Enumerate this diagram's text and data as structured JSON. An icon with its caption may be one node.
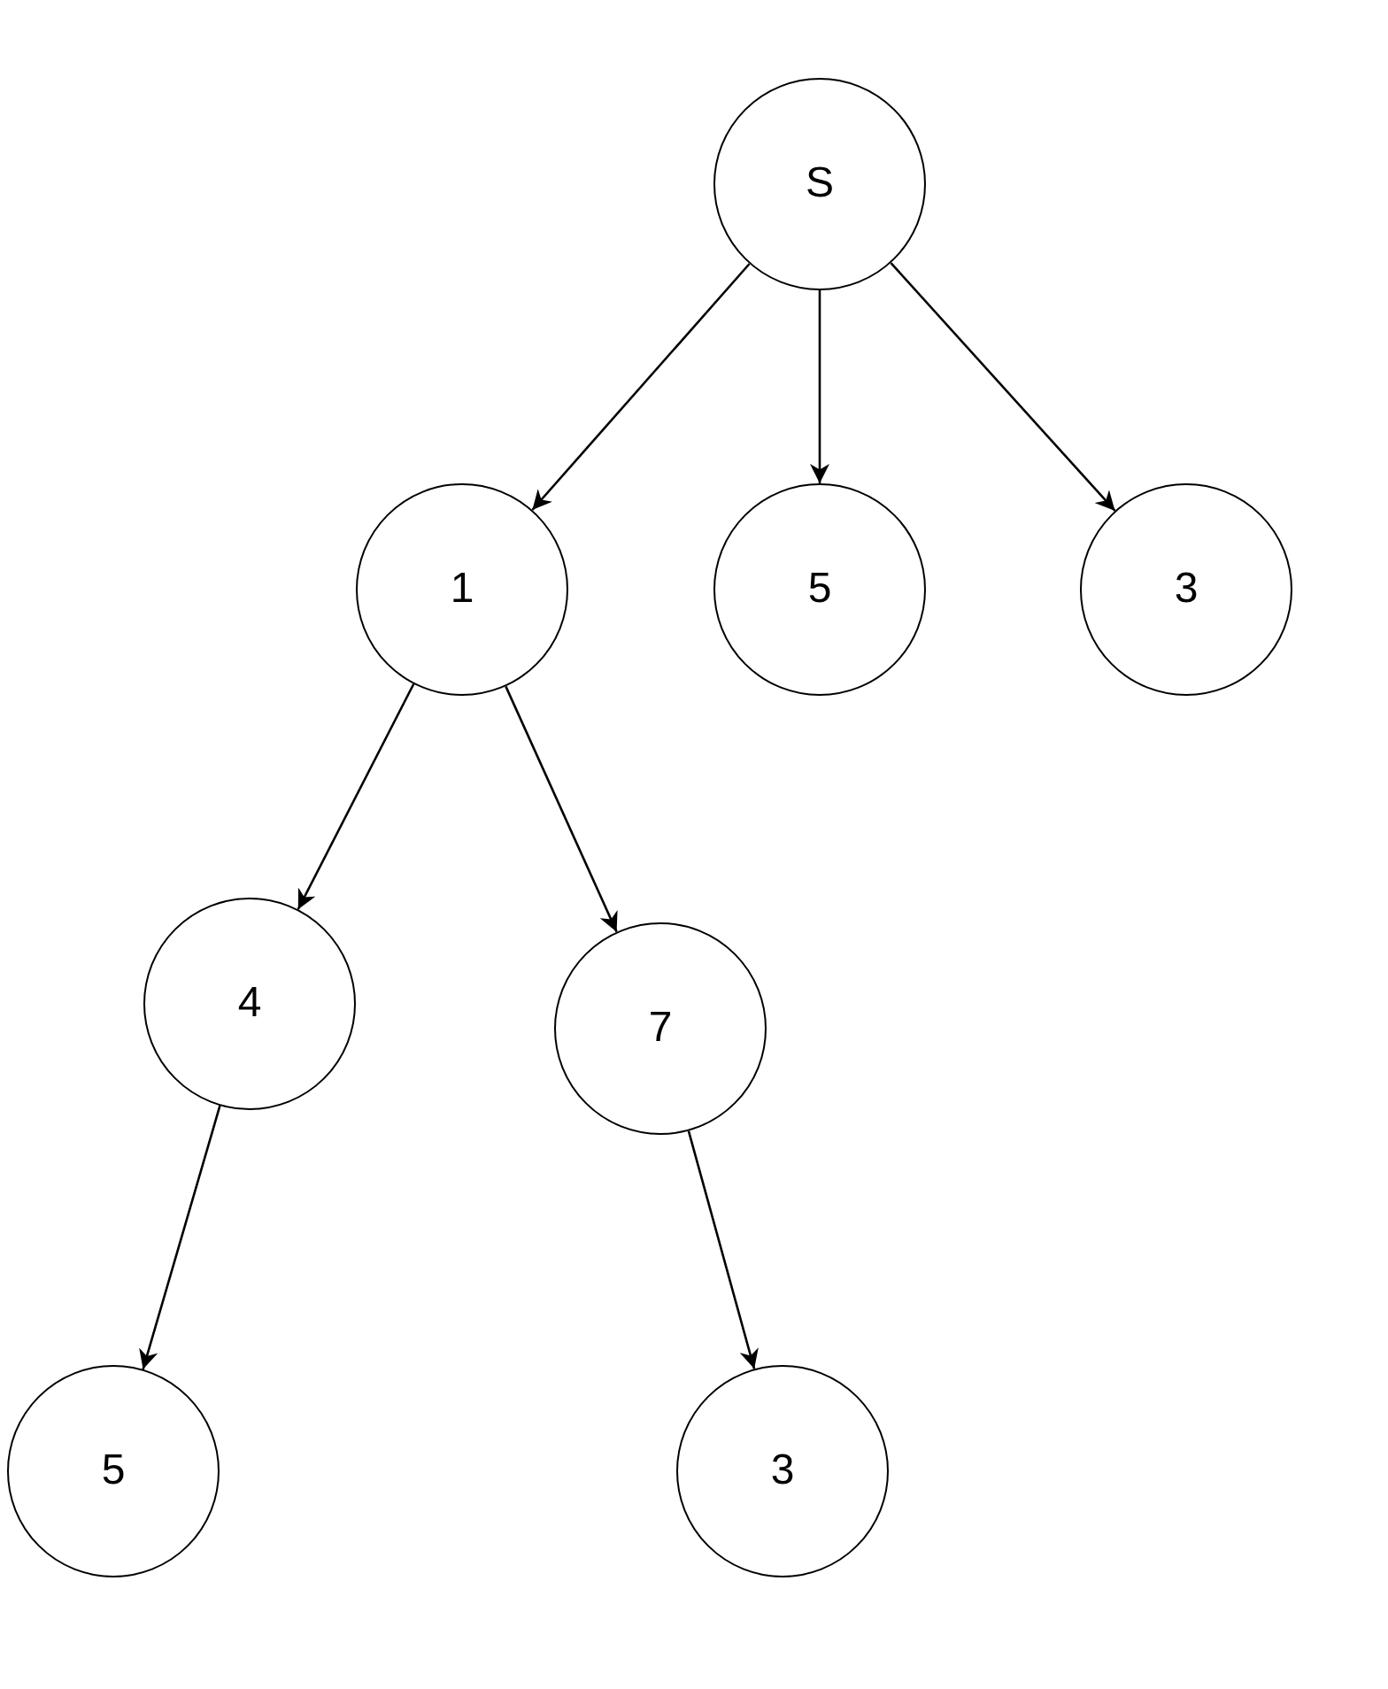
{
  "diagram": {
    "nodes": [
      {
        "text": [
          "S"
        ]
      },
      {
        "text": [
          "1"
        ]
      },
      {
        "text": [
          "5"
        ]
      },
      {
        "text": [
          "3"
        ]
      },
      {
        "text": [
          "4"
        ]
      },
      {
        "text": [
          "7"
        ]
      },
      {
        "text": [
          "5"
        ]
      },
      {
        "text": [
          "3"
        ]
      }
    ],
    "edges": [
      {
        "from": 0,
        "to": 1,
        "arrow": "to"
      },
      {
        "from": 0,
        "to": 2,
        "arrow": "to"
      },
      {
        "from": 0,
        "to": 3,
        "arrow": "to"
      },
      {
        "from": 1,
        "to": 4,
        "arrow": "to"
      },
      {
        "from": 1,
        "to": 5,
        "arrow": "to"
      },
      {
        "from": 4,
        "to": 6,
        "arrow": "to"
      },
      {
        "from": 5,
        "to": 7,
        "arrow": "to"
      }
    ]
  }
}
